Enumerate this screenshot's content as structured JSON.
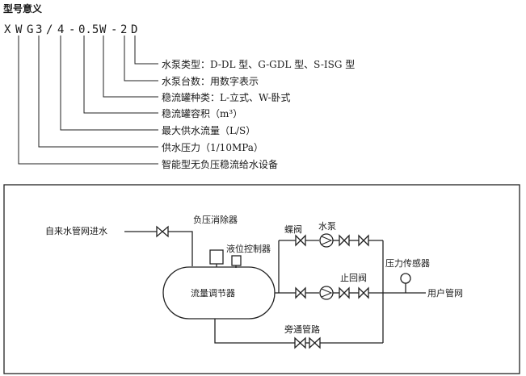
{
  "title": "型号意义",
  "model_code": {
    "chars": [
      "X",
      "W",
      "G",
      "3",
      "/",
      "4",
      "-",
      "0.5",
      "W",
      "-",
      "2",
      "D"
    ]
  },
  "legend": [
    "水泵类型：D-DL 型、G-GDL 型、S-ISG 型",
    "水泵台数：用数字表示",
    "稳流罐种类：L-立式、W-卧式",
    "稳流罐容积（m³）",
    "最大供水流量（L/S）",
    "供水压力（1/10MPa）",
    "智能型无负压稳流给水设备"
  ],
  "schematic": {
    "inlet_label": "自来水管网进水",
    "vacuum_eliminator": "负压消除器",
    "level_controller": "液位控制器",
    "tank_label": "流量调节器",
    "butterfly_valve": "蝶阀",
    "pump": "水泵",
    "check_valve": "止回阀",
    "pressure_sensor": "压力传感器",
    "user_network": "用户管网",
    "bypass": "旁通管路"
  }
}
